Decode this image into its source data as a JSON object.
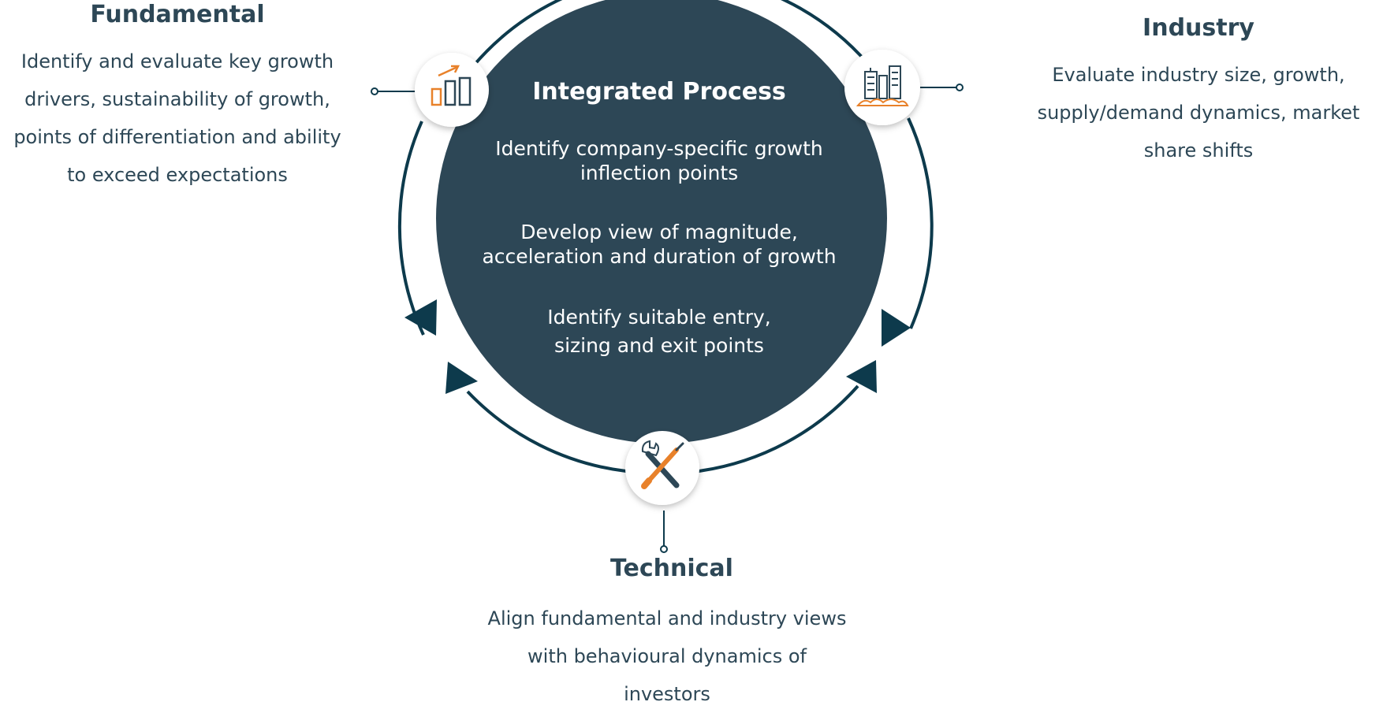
{
  "center": {
    "title": "Integrated Process",
    "items": [
      "Identify company-specific growth\ninflection points",
      "Develop view of magnitude,\nacceleration and duration of growth",
      "Identify suitable entry,\nsizing and exit points"
    ]
  },
  "fundamental": {
    "title": "Fundamental",
    "text": "Identify and evaluate key growth\ndrivers, sustainability of growth,\npoints of differentiation and ability\nto exceed expectations",
    "icon": "bar-chart-growth-icon"
  },
  "industry": {
    "title": "Industry",
    "text": "Evaluate industry size, growth,\nsupply/demand dynamics, market\nshare shifts",
    "icon": "city-buildings-icon"
  },
  "technical": {
    "title": "Technical",
    "text": "Align fundamental and industry views\nwith behavioural dynamics of\ninvestors",
    "icon": "wrench-screwdriver-icon"
  },
  "colors": {
    "primary": "#2d4756",
    "dark_teal": "#0d3a4c",
    "accent_orange": "#e8812a"
  }
}
